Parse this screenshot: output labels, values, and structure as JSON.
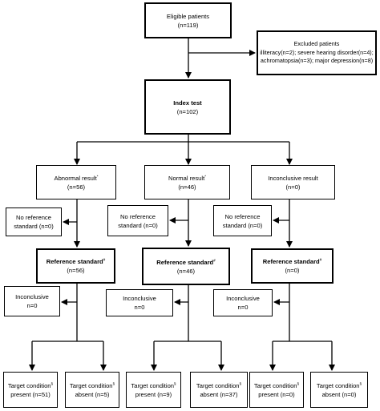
{
  "eligible": {
    "title": "Eligible patients",
    "count": "(n=119)"
  },
  "excluded": {
    "title": "Excluded patients",
    "line1": "illiteracy(n=2); severe hearing disorder(n=4);",
    "line2": "achromatopsia(n=3);  major  depression(n=8)"
  },
  "index_test": {
    "title": "Index test",
    "count": "(n=102)"
  },
  "branches": [
    {
      "result": {
        "label": "Abnormal result",
        "mark": "*",
        "count": "(n=56)"
      },
      "no_reference": {
        "line1": "No reference",
        "line2": "standard (n=0)"
      },
      "reference": {
        "label": "Reference standard",
        "mark": "#",
        "count": "(n=56)"
      },
      "inconclusive": {
        "label": "Inconclusive",
        "count": "n=0"
      },
      "present": {
        "label": "Target condition",
        "mark": "§",
        "value": "present (n=51)"
      },
      "absent": {
        "label": "Target condition",
        "mark": "§",
        "value": "absent (n=5)"
      }
    },
    {
      "result": {
        "label": "Normal result",
        "mark": "*",
        "count": "(n=46)"
      },
      "no_reference": {
        "line1": "No reference",
        "line2": "standard (n=0)"
      },
      "reference": {
        "label": "Reference standard",
        "mark": "#",
        "count": "(n=46)"
      },
      "inconclusive": {
        "label": "Inconclusive",
        "count": "n=0"
      },
      "present": {
        "label": "Target condition",
        "mark": "§",
        "value": "present (n=9)"
      },
      "absent": {
        "label": "Target condition",
        "mark": "§",
        "value": "absent (n=37)"
      }
    },
    {
      "result": {
        "label": "Inconclusive result",
        "mark": "",
        "count": "(n=0)"
      },
      "no_reference": {
        "line1": "No reference",
        "line2": "standard (n=0)"
      },
      "reference": {
        "label": "Reference standard",
        "mark": "#",
        "count": "(n=0)"
      },
      "inconclusive": {
        "label": "Inconclusive",
        "count": "n=0"
      },
      "present": {
        "label": "Target condition",
        "mark": "§",
        "value": "present (n=0)"
      },
      "absent": {
        "label": "Target condition",
        "mark": "§",
        "value": "absent (n=0)"
      }
    }
  ]
}
